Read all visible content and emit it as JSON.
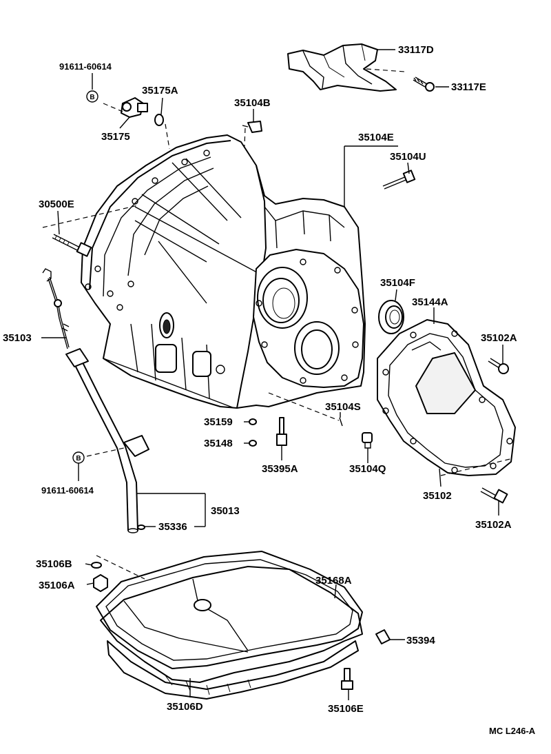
{
  "diagram_code": "MC L246-A",
  "badge_letter": "B",
  "labels": {
    "p33117D": "33117D",
    "p33117E": "33117E",
    "p91611_top": "91611-60614",
    "p35175A": "35175A",
    "p35175": "35175",
    "p35104B": "35104B",
    "p35104E": "35104E",
    "p35104U": "35104U",
    "p30500E": "30500E",
    "p35104F": "35104F",
    "p35144A": "35144A",
    "p35102A_top": "35102A",
    "p35103": "35103",
    "p35104S": "35104S",
    "p35159": "35159",
    "p35148": "35148",
    "p35395A": "35395A",
    "p35104Q": "35104Q",
    "p91611_bottom": "91611-60614",
    "p35102": "35102",
    "p35013": "35013",
    "p35336": "35336",
    "p35102A_bottom": "35102A",
    "p35106B": "35106B",
    "p35106A": "35106A",
    "p35168A": "35168A",
    "p35394": "35394",
    "p35106D": "35106D",
    "p35106E": "35106E"
  }
}
